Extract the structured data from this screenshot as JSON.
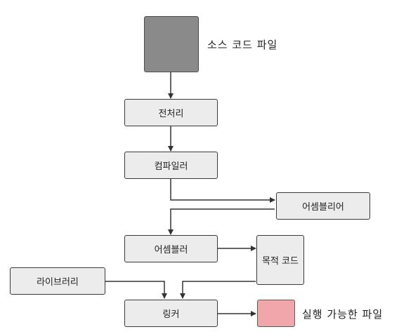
{
  "nodes": {
    "source_file": {
      "label": "소스 코드 파일",
      "color": "#8a8a8a"
    },
    "preprocessor": {
      "label": "전처리"
    },
    "compiler": {
      "label": "컴파일러"
    },
    "assembler_top": {
      "label": "어셈블리어"
    },
    "assembler": {
      "label": "어셈블러"
    },
    "object_code": {
      "label": "목적 코드"
    },
    "library": {
      "label": "라이브러리"
    },
    "linker": {
      "label": "링커"
    },
    "executable": {
      "label": "실행 가능한 파일",
      "color": "#f0a6ab"
    }
  },
  "edges": [
    {
      "from": "source_file",
      "to": "preprocessor"
    },
    {
      "from": "preprocessor",
      "to": "compiler"
    },
    {
      "from": "compiler",
      "to": "assembler_top"
    },
    {
      "from": "assembler_top",
      "to": "assembler"
    },
    {
      "from": "assembler",
      "to": "object_code"
    },
    {
      "from": "library",
      "to": "linker"
    },
    {
      "from": "object_code",
      "to": "linker"
    },
    {
      "from": "linker",
      "to": "executable"
    }
  ]
}
